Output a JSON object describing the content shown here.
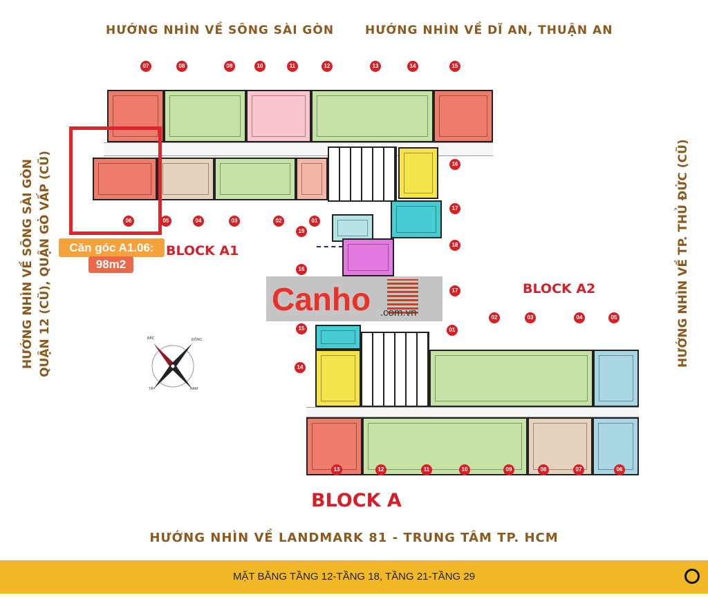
{
  "headings": {
    "top_left": "HƯỚNG NHÌN VỀ SÔNG SÀI GÒN",
    "top_right": "HƯỚNG NHÌN VỀ DĨ AN, THUẬN AN",
    "left_line1": "HƯỚNG NHÌN VỀ SÔNG SÀI GÒN",
    "left_line2": "QUẬN 12 (CŨ), QUẬN GÒ VẤP (CŨ)",
    "right": "HƯỚNG NHÌN VỀ TP. THỦ ĐỨC (CŨ)",
    "bottom": "HƯỚNG NHÌN VỀ LANDMARK 81 - TRUNG TÂM TP. HCM"
  },
  "blocks": {
    "a1": "BLOCK A1",
    "a2": "BLOCK A2",
    "a": "BLOCK A"
  },
  "highlight": {
    "line1": "Căn góc A1.06:",
    "line2": "98m2"
  },
  "compass": {
    "n": "BẮC",
    "e": "ĐÔNG",
    "w": "TÂY",
    "s": "NAM"
  },
  "watermark": {
    "brand": "Canho",
    "domain": ".com.vn"
  },
  "footer": {
    "caption": "MẶT BẰNG TẦNG 12-TẦNG 18, TẦNG 21-TẦNG 29"
  },
  "units": {
    "a1_top": [
      "07",
      "08",
      "09",
      "10",
      "11",
      "12",
      "13",
      "14",
      "15"
    ],
    "a1_bottom": [
      "06",
      "05",
      "04",
      "03",
      "02",
      "01"
    ],
    "a1_right": [
      "16",
      "17",
      "18",
      "19"
    ],
    "a2_left": [
      "16",
      "17",
      "15",
      "14"
    ],
    "a2_top": [
      "01",
      "02",
      "03",
      "04",
      "05"
    ],
    "a2_bottom": [
      "13",
      "12",
      "11",
      "10",
      "09",
      "08",
      "07",
      "06"
    ]
  },
  "colors": {
    "heading": "#8a5a1e",
    "accent": "#d4202a",
    "footer": "#f2b926",
    "highlight": "#f6a23c"
  }
}
